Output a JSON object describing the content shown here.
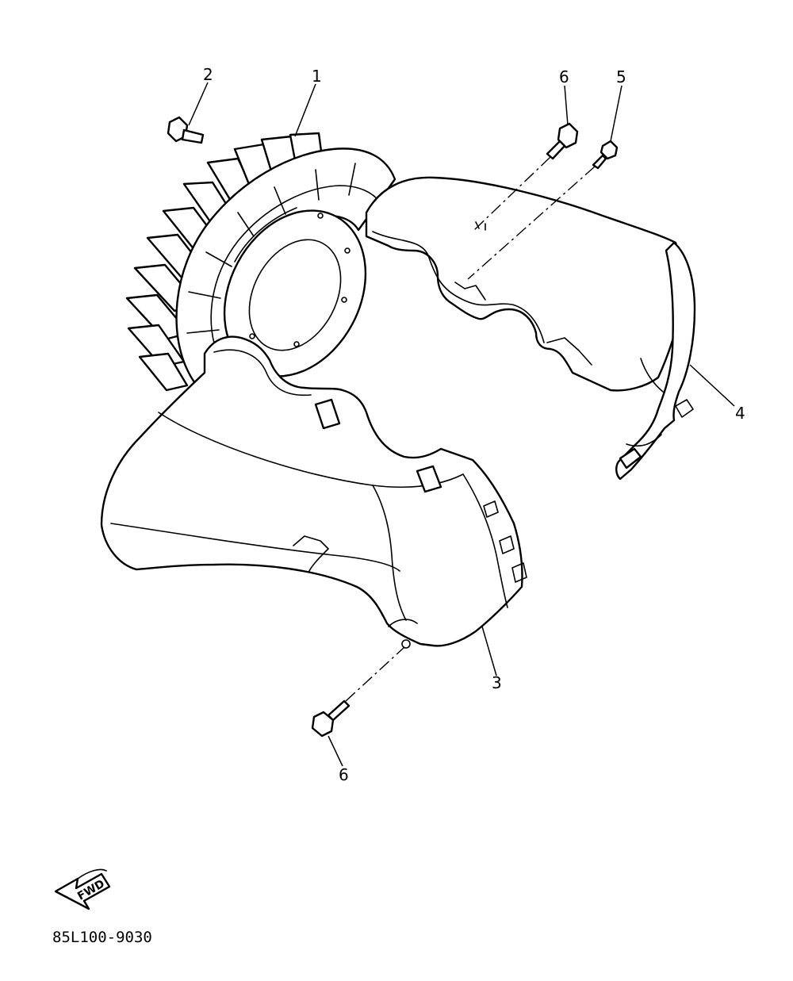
{
  "callouts": {
    "flywheel": "1",
    "bolt_top_left": "2",
    "lower_cover": "3",
    "upper_cover": "4",
    "screw_top_right": "5",
    "bolt_top_middle": "6",
    "bolt_bottom": "6"
  },
  "direction_arrow": {
    "label": "FWD",
    "icon": "forward-arrow-icon"
  },
  "drawing_code": "85L100-9030",
  "colors": {
    "line": "#000000",
    "background": "#ffffff"
  }
}
